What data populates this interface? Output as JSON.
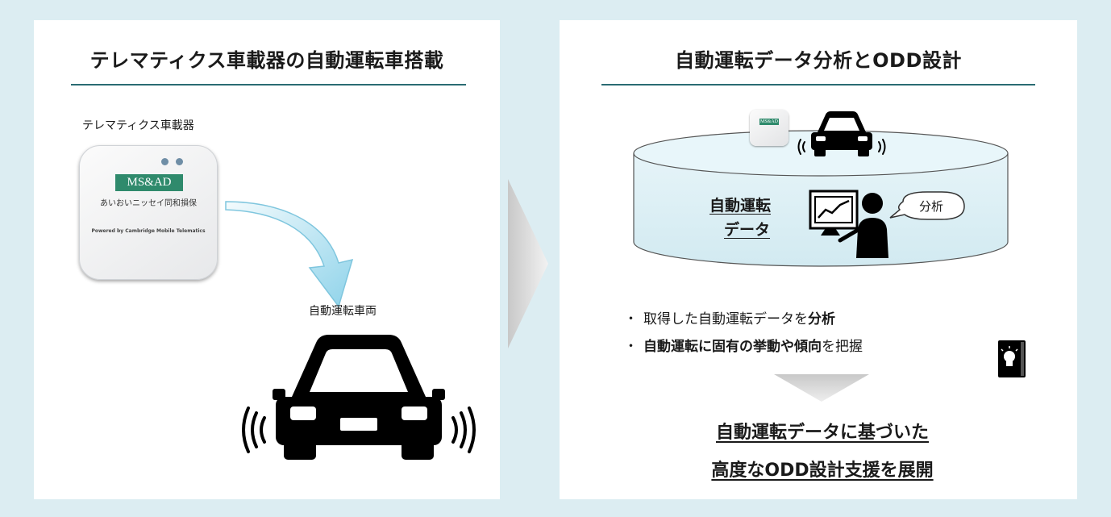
{
  "left": {
    "title": "テレマティクス車載器の自動運転車搭載",
    "device_label": "テレマティクス車載器",
    "device": {
      "logo": "MS&AD",
      "company": "あいおいニッセイ同和損保",
      "powered": "Powered by Cambridge Mobile Telematics"
    },
    "vehicle_label": "自動運転車両"
  },
  "right": {
    "title": "自動運転データ分析とODD設計",
    "data_label_1": "自動運転",
    "data_label_2": "データ",
    "bubble": "分析",
    "mini_device_logo": "MS&AD",
    "bullets": [
      {
        "marker": "・",
        "pre": "取得した自動運転データを",
        "bold": "分析",
        "post": ""
      },
      {
        "marker": "・",
        "pre": "",
        "bold": "自動運転に固有の挙動や傾向",
        "post": "を把握"
      }
    ],
    "result_line1": "自動運転データに基づいた",
    "result_line2": "高度なODD設計支援を展開"
  },
  "colors": {
    "background": "#dcedf2",
    "rule": "#2a6b73",
    "logo_green": "#2f8a6c"
  }
}
